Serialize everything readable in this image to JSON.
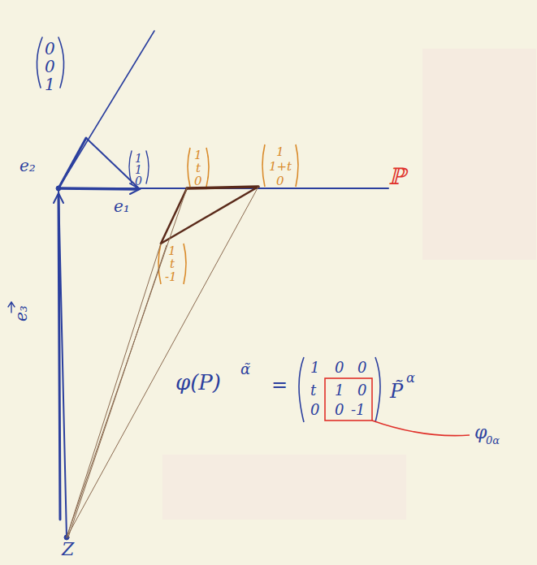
{
  "diagram": {
    "labels": [
      "0",
      "0",
      "1",
      "e₂",
      "1",
      "1",
      "0",
      "e₁",
      "e₃",
      "1",
      "t",
      "0",
      "1",
      "1+t",
      "0",
      "1",
      "t",
      "-1",
      "ℙ",
      "Z",
      "φ(P)",
      "α̃",
      "=",
      "1",
      "0",
      "0",
      "t",
      "1",
      "0",
      "0",
      "0",
      "-1",
      "P̃",
      "α",
      "φ",
      "0α"
    ]
  }
}
